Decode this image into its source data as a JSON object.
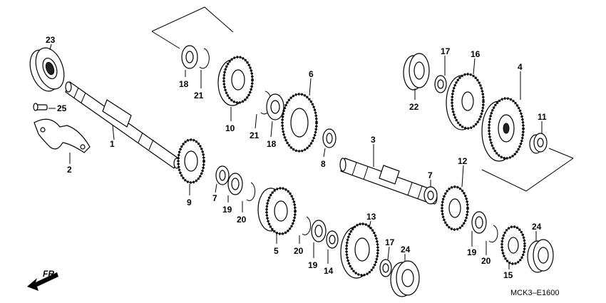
{
  "labels": [
    {
      "id": "p23",
      "text": "23"
    },
    {
      "id": "p25",
      "text": "25"
    },
    {
      "id": "p1",
      "text": "1"
    },
    {
      "id": "p2",
      "text": "2"
    },
    {
      "id": "p18a",
      "text": "18"
    },
    {
      "id": "p21a",
      "text": "21"
    },
    {
      "id": "p10",
      "text": "10"
    },
    {
      "id": "p21b",
      "text": "21"
    },
    {
      "id": "p18b",
      "text": "18"
    },
    {
      "id": "p6",
      "text": "6"
    },
    {
      "id": "p8",
      "text": "8"
    },
    {
      "id": "p9",
      "text": "9"
    },
    {
      "id": "p7a",
      "text": "7"
    },
    {
      "id": "p19a",
      "text": "19"
    },
    {
      "id": "p20a",
      "text": "20"
    },
    {
      "id": "p5",
      "text": "5"
    },
    {
      "id": "p20b",
      "text": "20"
    },
    {
      "id": "p19b",
      "text": "19"
    },
    {
      "id": "p14",
      "text": "14"
    },
    {
      "id": "p13",
      "text": "13"
    },
    {
      "id": "p17b",
      "text": "17"
    },
    {
      "id": "p24a",
      "text": "24"
    },
    {
      "id": "p3",
      "text": "3"
    },
    {
      "id": "p7b",
      "text": "7"
    },
    {
      "id": "p12",
      "text": "12"
    },
    {
      "id": "p22",
      "text": "22"
    },
    {
      "id": "p17a",
      "text": "17"
    },
    {
      "id": "p16",
      "text": "16"
    },
    {
      "id": "p4",
      "text": "4"
    },
    {
      "id": "p11",
      "text": "11"
    },
    {
      "id": "p19c",
      "text": "19"
    },
    {
      "id": "p20c",
      "text": "20"
    },
    {
      "id": "p15",
      "text": "15"
    },
    {
      "id": "p24b",
      "text": "24"
    }
  ],
  "direction_label": "FR.",
  "diagram_code": "MCK3–E1600"
}
